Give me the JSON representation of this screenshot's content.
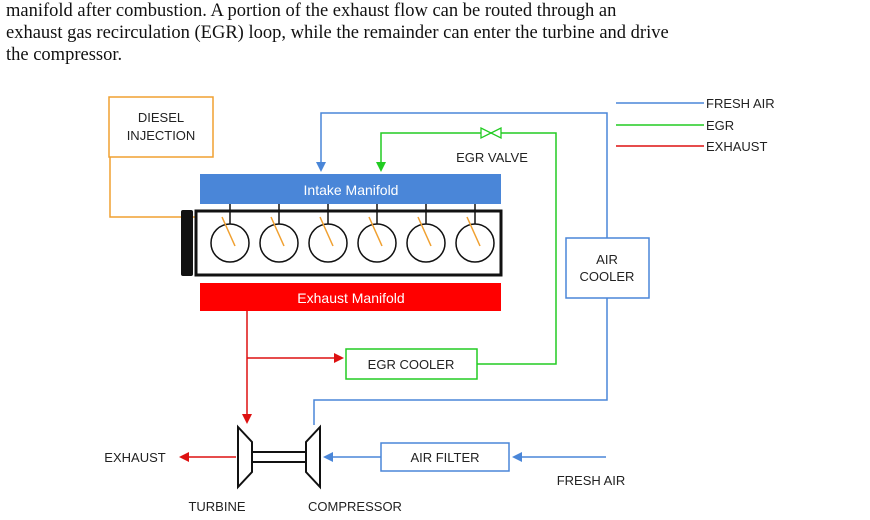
{
  "paragraph": {
    "lines": [
      "manifold after combustion. A portion of the exhaust flow can be routed through an",
      "exhaust gas recirculation (EGR) loop, while the remainder can enter the turbine and drive",
      "the compressor."
    ]
  },
  "diagram": {
    "diesel_injection": [
      "DIESEL",
      "INJECTION"
    ],
    "intake_manifold": "Intake Manifold",
    "exhaust_manifold": "Exhaust Manifold",
    "egr_valve": "EGR VALVE",
    "egr_cooler": "EGR COOLER",
    "air_cooler": [
      "AIR",
      "COOLER"
    ],
    "air_filter": "AIR FILTER",
    "fresh_air_in": "FRESH AIR",
    "exhaust_out": "EXHAUST",
    "turbine": "TURBINE",
    "compressor": "COMPRESSOR",
    "cylinder_count": 6
  },
  "legend": {
    "items": [
      {
        "label": "FRESH AIR",
        "color": "#4a86d8"
      },
      {
        "label": "EGR",
        "color": "#22cc22"
      },
      {
        "label": "EXHAUST",
        "color": "#dd1111"
      }
    ]
  },
  "colors": {
    "fresh_air": "#4a86d8",
    "egr": "#22cc22",
    "exhaust": "#dd1111",
    "injection": "#f0a030",
    "intake_fill": "#4a86d8",
    "exhaust_fill": "#ff0000"
  }
}
